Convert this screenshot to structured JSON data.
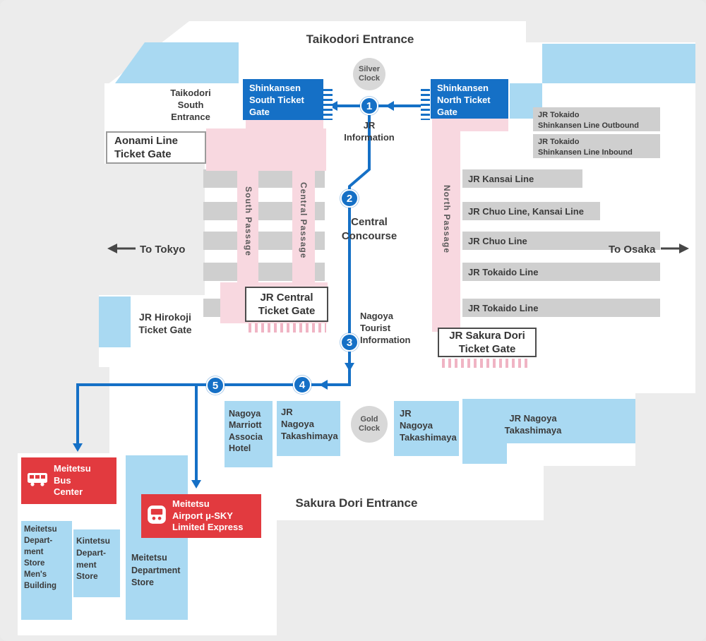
{
  "colors": {
    "accent_blue": "#1570c6",
    "accent_red": "#e23a3f",
    "light_blue": "#a9d9f2",
    "pink": "#f8d8e0",
    "platform_gray": "#cfcfcf"
  },
  "entrances": {
    "top": "Taikodori Entrance",
    "bottom": "Sakura Dori Entrance",
    "taikodori_south": "Taikodori\nSouth\nEntrance"
  },
  "clocks": {
    "silver": "Silver\nClock",
    "gold": "Gold\nClock"
  },
  "gates": {
    "shinkansen_south": "Shinkansen\nSouth Ticket\nGate",
    "shinkansen_north": "Shinkansen\nNorth Ticket\nGate",
    "aonami": "Aonami Line\nTicket Gate",
    "jr_central": "JR Central\nTicket Gate",
    "jr_hirokoji": "JR Hirokoji\nTicket Gate",
    "jr_sakura_dori": "JR Sakura Dori\nTicket Gate"
  },
  "info": {
    "jr_information": "JR\nInformation",
    "tourist": "Nagoya\nTourist\nInformation",
    "central_concourse": "Central\nConcourse"
  },
  "passages": {
    "south": "South Passage",
    "central": "Central Passage",
    "north": "North Passage"
  },
  "lines": {
    "shinkansen_outbound": "JR Tokaido\nShinkansen Line Outbound",
    "shinkansen_inbound": "JR Tokaido\nShinkansen Line Inbound",
    "rows": [
      "JR Kansai Line",
      "JR Chuo Line, Kansai Line",
      "JR Chuo Line",
      "JR Tokaido Line",
      "JR Tokaido Line"
    ]
  },
  "directions": {
    "to_tokyo": "To Tokyo",
    "to_osaka": "To Osaka"
  },
  "route": {
    "stops": [
      "1",
      "2",
      "3",
      "4",
      "5"
    ]
  },
  "meitetsu": {
    "bus_center": "Meitetsu\nBus\nCenter",
    "airport": "Meitetsu\nAirport μ-SKY\nLimited Express"
  },
  "buildings": {
    "marriott": "Nagoya\nMarriott\nAssocia\nHotel",
    "takashimaya_1": "JR\nNagoya\nTakashimaya",
    "takashimaya_2": "JR\nNagoya\nTakashimaya",
    "takashimaya_3": "JR Nagoya\nTakashimaya",
    "meitetsu_mens": "Meitetsu\nDepart-\nment\nStore\nMen's\nBuilding",
    "kintetsu": "Kintetsu\nDepart-\nment\nStore",
    "meitetsu_dept": "Meitetsu\nDepartment\nStore"
  }
}
